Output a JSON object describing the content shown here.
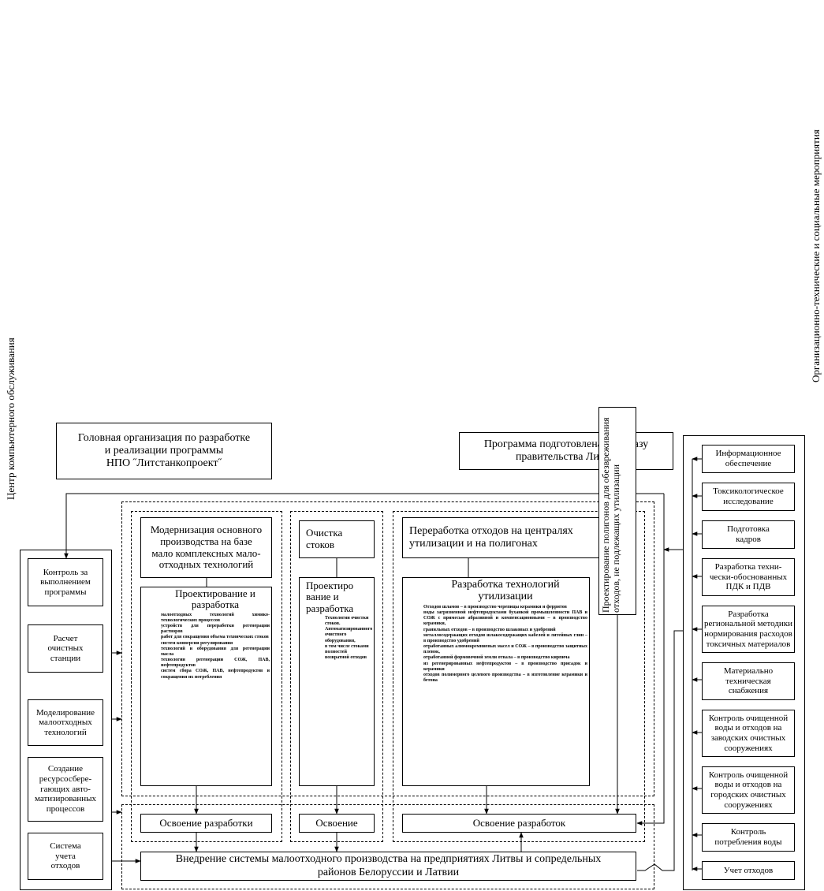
{
  "captions": {
    "left_vertical": "Центр компьютерного обслуживания",
    "right_vertical": "Организационно-технические и социальные мероприятия"
  },
  "header": {
    "head_org": "Головная организация по разработке\nи реализации программы\nНПО ˝Литстанкопроект˝",
    "program": "Программа подготовлена по заказу\nправительства Литвы",
    "landfill_design": [
      "Проектирование полигонов для обезвреживания",
      "отходов, не подлежащих утилизации"
    ]
  },
  "left_column": {
    "items": [
      "Контроль за\nвыполнением\nпрограммы",
      "Расчет\nочистных\nстанции",
      "Моделирование\nмалоотходных\nтехнологий",
      "Создание\nресурсосбере-\nгающих авто-\nматизированных\nпроцессов",
      "Система\nучета\nотходов"
    ]
  },
  "center": {
    "modernization": {
      "title": "Модернизация основного\nпроизводства на базе\nмало комплексных мало-\nотходных технологий",
      "design_title": "Проектирование и\nразработка",
      "design_items": [
        "малоотходных технологий химико-технологических процессов",
        "устройств для переработки регенерации растворов",
        "работ для сокращения объема технических стоков",
        "систем конверсии регулирования",
        "технологий и оборудования для регенерации масла",
        "технологии регенерации СОЖ, ПАВ, нефтепродуктов",
        "систем сбора СОЖ, ПАВ, нефтепродуктов и сокращения их потребления"
      ],
      "mastery": "Освоение разработки"
    },
    "treatment": {
      "title": "Очистка\nстоков",
      "design_title": "Проектиро\nвание и\nразработка",
      "design_items": [
        "Технологии очистки стоков.",
        "Автоматизированного очистного оборудования,",
        "в том числе стоками полностей возвратной отходов"
      ],
      "mastery": "Освоение"
    },
    "recycling": {
      "title": "Переработка отходов на централях\nутилизации и на полигонах",
      "design_title": "Разработка технологий\nутилизации",
      "design_items": [
        "Отходов шламов – в производство черепицы керамики и ферритов",
        "воды загрязненной нефтепродуктами буханкой промышленности ПАВ и СОЖ с примесью абразивной и компенсационными – в производство керамики,",
        "гранильных отходов – в производство шлаковых и удобрений",
        "металлосодержащих отходов шлакосодержащих кабелей и литейных глин – в производство удобрений",
        "отработанных алюмокремниевых масел и СОЖ – в производство защитных пленок,",
        "отработанной формовочной земли отвала – в производство кирпича",
        "из регенерированных нефтепродуктов – в производство присадок и керамики",
        "отходов полимерного целевого производства – в изготовление керамики и бетона"
      ],
      "mastery": "Освоение разработок"
    },
    "implementation": "Внедрение системы малоотходного производства на предприятиях Литвы и сопредельных\nрайонов Белоруссии и Латвии"
  },
  "right_column": {
    "items": [
      "Информационное\nобеспечение",
      "Токсикологическое\nисследование",
      "Подготовка\nкадров",
      "Разработка техни-\nчески-обоснованных\nПДК и ПДВ",
      "Разработка\nрегиональной методики\nнормирования расходов\nтоксичных материалов",
      "Материально\nтехническая\nснабжения",
      "Контроль очищенной\nводы и отходов на\nзаводских очистных\nсооружениях",
      "Контроль очищенной\nводы и отходов на\nгородских очистных\nсооружениях",
      "Контроль\nпотребления воды",
      "Учет отходов"
    ]
  }
}
